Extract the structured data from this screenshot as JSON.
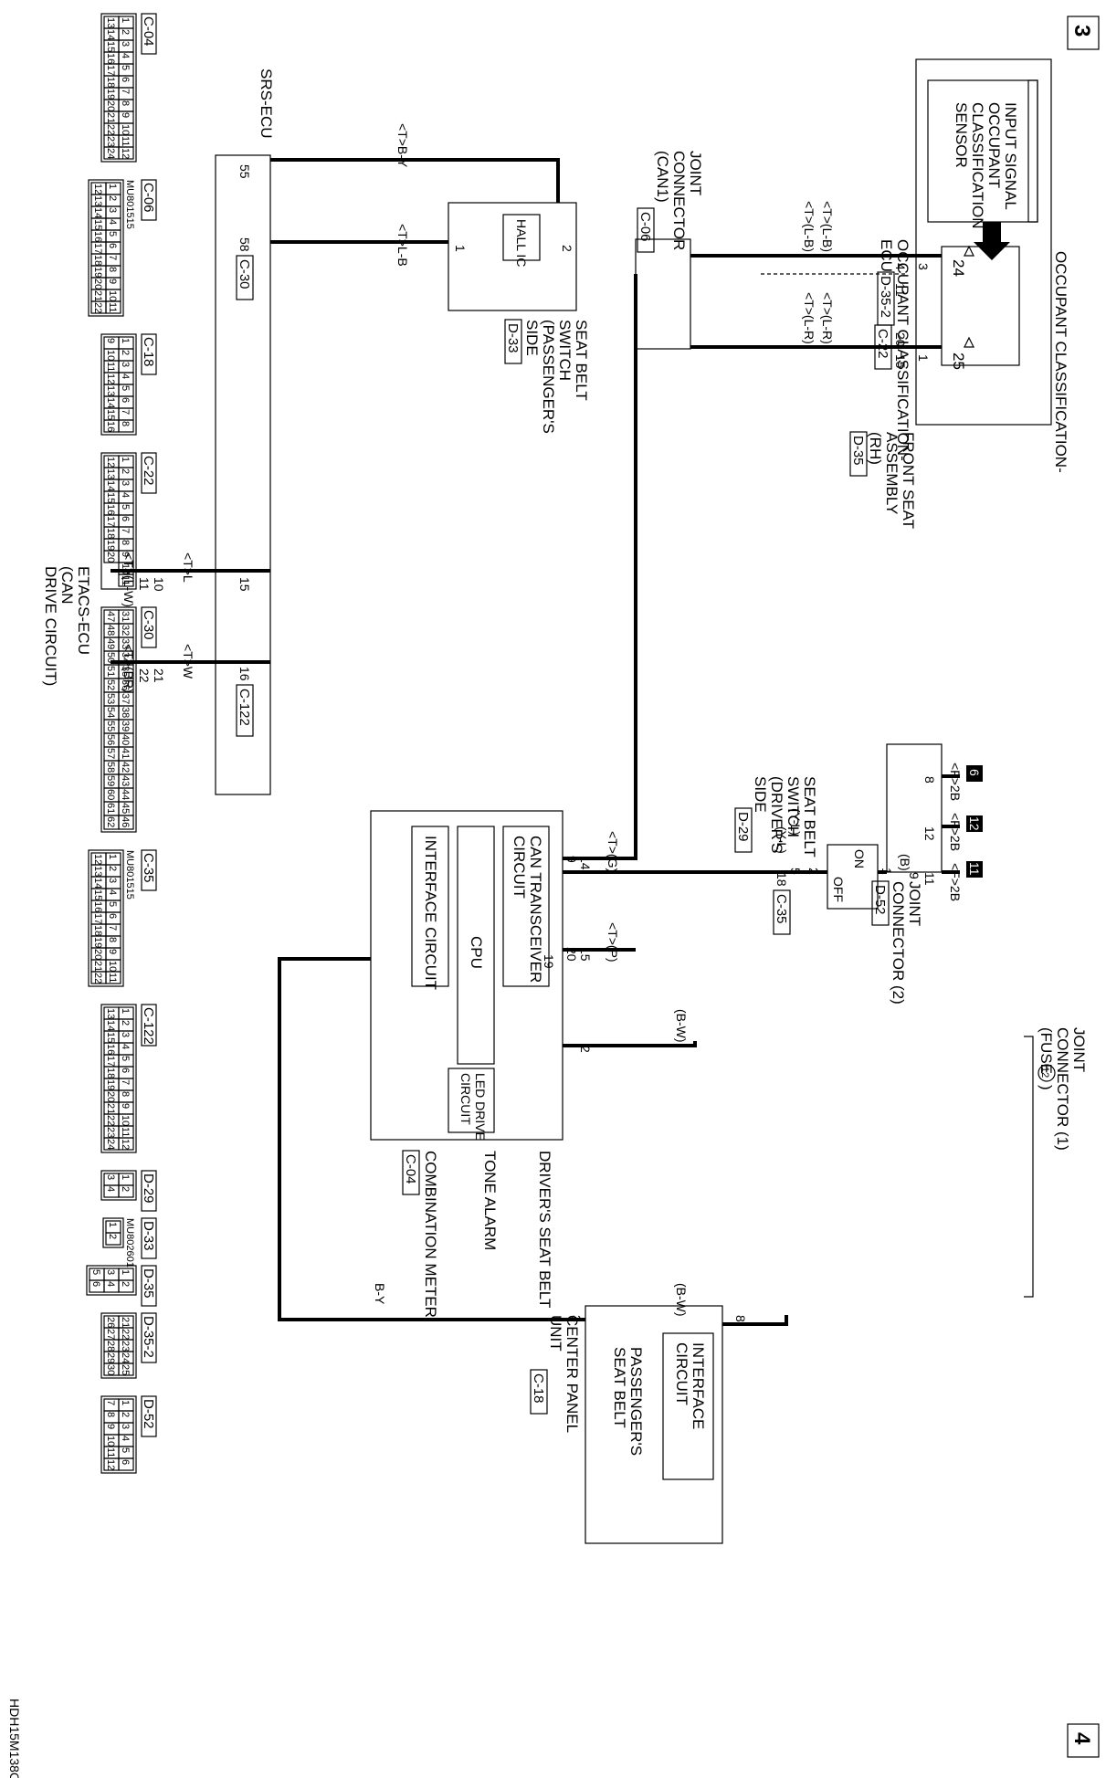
{
  "page_markers": {
    "top": "3",
    "bottom": "4"
  },
  "components": {
    "occupant_ecu": {
      "line1": "OCCUPANT CLASSIFICATION-",
      "line2": "ECU",
      "conn": "D-35-2"
    },
    "input_signal": {
      "l1": "INPUT SIGNAL",
      "l2": "OCCUPANT",
      "l3": "CLASSIFICATION",
      "l4": "SENSOR"
    },
    "front_seat": {
      "l1": "FRONT SEAT",
      "l2": "ASSEMBLY",
      "l3": "(RH)",
      "conn": "D-35"
    },
    "joint_can1": {
      "l1": "JOINT",
      "l2": "CONNECTOR",
      "l3": "(CAN1)",
      "conn": "C-06"
    },
    "srs_ecu": {
      "label": "SRS-ECU"
    },
    "seatbelt_pass": {
      "l1": "SEAT BELT",
      "l2": "SWITCH",
      "l3": "(PASSENGER'S",
      "l4": "SIDE",
      "conn": "D-33",
      "hall": "HALL IC"
    },
    "etacs": {
      "l1": "ETACS-ECU",
      "l2": "(CAN",
      "l3": "DRIVE CIRCUIT)"
    },
    "seatbelt_drv": {
      "l1": "SEAT BELT",
      "l2": "SWITCH",
      "l3": "(DRIVER'S",
      "l4": "SIDE",
      "conn": "D-29",
      "on": "ON",
      "off": "OFF"
    },
    "joint_2": {
      "l1": "JOINT",
      "l2": "CONNECTOR (2)",
      "conn": "D-52"
    },
    "combo_meter": {
      "label": "COMBINATION METER",
      "conn": "C-04",
      "can": "CAN TRANSCEIVER",
      "can2": "CIRCUIT",
      "cpu": "CPU",
      "iface": "INTERFACE CIRCUIT",
      "led1": "LED DRIVE",
      "led2": "CIRCUIT",
      "tone": "TONE ALARM",
      "drv_belt": "DRIVER'S SEAT BELT"
    },
    "joint_fuse": {
      "l1": "JOINT",
      "l2": "CONNECTOR (1)",
      "l3": "(FUSE",
      "fuse": "12",
      "l4": ")"
    },
    "center_panel": {
      "l1": "CENTER PANEL",
      "l2": "UNIT",
      "conn": "C-18",
      "iface1": "INTERFACE",
      "iface2": "CIRCUIT",
      "pass1": "PASSENGER'S",
      "pass2": "SEAT BELT"
    }
  },
  "wires": {
    "by_top": "<T>B-Y",
    "lb_top": "<T>L-B",
    "t_lb_a": "<T>(L-B)",
    "t_lb_b": "<T>(L-B)",
    "t_lr_a": "<T>(L-R)",
    "t_lr_b": "<T>(L-R)",
    "t_lw": "<T>(L-W)",
    "t_l": "<T>L",
    "t_br": "<T>(BR)",
    "t_w": "<T>W",
    "t_g": "<T>(G)",
    "t_p": "<T>(P)",
    "bw_1": "(B-W)",
    "bw_2": "(B-W)",
    "yl_1": "(Y-L)",
    "yl_2": "(Y-L)",
    "b": "(B)",
    "f2b_1": "<F>2B",
    "f2b_2": "<F>2B",
    "f2b_3": "<F>2B",
    "by_bottom": "B-Y"
  },
  "pins": {
    "p55": "55",
    "p58": "58",
    "p15s": "15",
    "p16": "16",
    "p2h": "2",
    "p1h": "1",
    "p24": "24",
    "p25": "25",
    "p3": "3",
    "p1o": "1",
    "p4": "4",
    "p11j": "11",
    "p20c": "20",
    "p15j": "15",
    "p10": "10",
    "p11e": "11",
    "p21": "21",
    "p22": "22",
    "p9": "9",
    "p14": "14",
    "p20": "20",
    "p15m": "15",
    "p19": "19",
    "p2m": "2",
    "p8c": "8",
    "p3c": "3",
    "p5": "5",
    "p18": "18",
    "p1d": "1",
    "p2d": "2",
    "p9j": "9",
    "p11jj": "11",
    "p12": "12",
    "p8j": "8"
  },
  "connector_tags": {
    "c30": "C-30",
    "c122": "C-122",
    "c22": "C-22",
    "c35": "C-35"
  },
  "ground_markers": [
    "6",
    "12",
    "11"
  ],
  "legend": {
    "c04": {
      "id": "C-04",
      "top": [
        "1",
        "2",
        "3",
        "4",
        "5",
        "6",
        "7",
        "8",
        "9",
        "10",
        "11",
        "12"
      ],
      "bot": [
        "13",
        "14",
        "15",
        "16",
        "17",
        "18",
        "19",
        "20",
        "21",
        "22",
        "23",
        "24"
      ]
    },
    "c06": {
      "id": "C-06",
      "part": "MU801515",
      "top": [
        "1",
        "2",
        "3",
        "4",
        "5",
        "6",
        "7",
        "8",
        "9",
        "10",
        "11"
      ],
      "bot": [
        "12",
        "13",
        "14",
        "15",
        "16",
        "17",
        "18",
        "19",
        "20",
        "21",
        "22"
      ]
    },
    "c18": {
      "id": "C-18",
      "top": [
        "1",
        "2",
        "3",
        "4",
        "5",
        "6",
        "7",
        "8"
      ],
      "bot": [
        "9",
        "10",
        "11",
        "12",
        "13",
        "14",
        "15",
        "16"
      ]
    },
    "c22": {
      "id": "C-22",
      "top": [
        "1",
        "2",
        "3",
        "4",
        "5",
        "6",
        "7",
        "8",
        "9",
        "10",
        "11"
      ],
      "bot": [
        "12",
        "13",
        "14",
        "15",
        "16",
        "17",
        "18",
        "19",
        "20"
      ]
    },
    "c30": {
      "id": "C-30",
      "top": [
        "31",
        "32",
        "33",
        "34",
        "35",
        "36",
        "37",
        "38",
        "39",
        "40",
        "41",
        "42",
        "43",
        "44",
        "45",
        "46"
      ],
      "bot": [
        "47",
        "48",
        "49",
        "50",
        "51",
        "52",
        "53",
        "54",
        "55",
        "56",
        "57",
        "58",
        "59",
        "60",
        "61",
        "62"
      ]
    },
    "c35": {
      "id": "C-35",
      "part": "MU801515",
      "top": [
        "1",
        "2",
        "3",
        "4",
        "5",
        "6",
        "7",
        "8",
        "9",
        "10",
        "11"
      ],
      "bot": [
        "12",
        "13",
        "14",
        "15",
        "16",
        "17",
        "18",
        "19",
        "20",
        "21",
        "22"
      ]
    },
    "c122": {
      "id": "C-122",
      "top": [
        "1",
        "2",
        "3",
        "4",
        "5",
        "6",
        "7",
        "8",
        "9",
        "10",
        "11",
        "12"
      ],
      "bot": [
        "13",
        "14",
        "15",
        "16",
        "17",
        "18",
        "19",
        "20",
        "21",
        "22",
        "23",
        "24"
      ]
    },
    "d29": {
      "id": "D-29",
      "top": [
        "1",
        "2"
      ],
      "bot": [
        "3",
        "4"
      ]
    },
    "d33": {
      "id": "D-33",
      "part": "MU802601",
      "top": [
        "1",
        "2"
      ]
    },
    "d35": {
      "id": "D-35",
      "top": [
        "1",
        "2"
      ],
      "mid": [
        "3",
        "4"
      ],
      "bot": [
        "5",
        "6"
      ]
    },
    "d352": {
      "id": "D-35-2",
      "top": [
        "21",
        "22",
        "23",
        "24",
        "25"
      ],
      "bot": [
        "26",
        "27",
        "28",
        "29",
        "30"
      ]
    },
    "d52": {
      "id": "D-52",
      "top": [
        "1",
        "2",
        "3",
        "4",
        "5",
        "6"
      ],
      "bot": [
        "7",
        "8",
        "9",
        "10",
        "11",
        "12"
      ]
    }
  },
  "footer_code": "HDH15M138C"
}
